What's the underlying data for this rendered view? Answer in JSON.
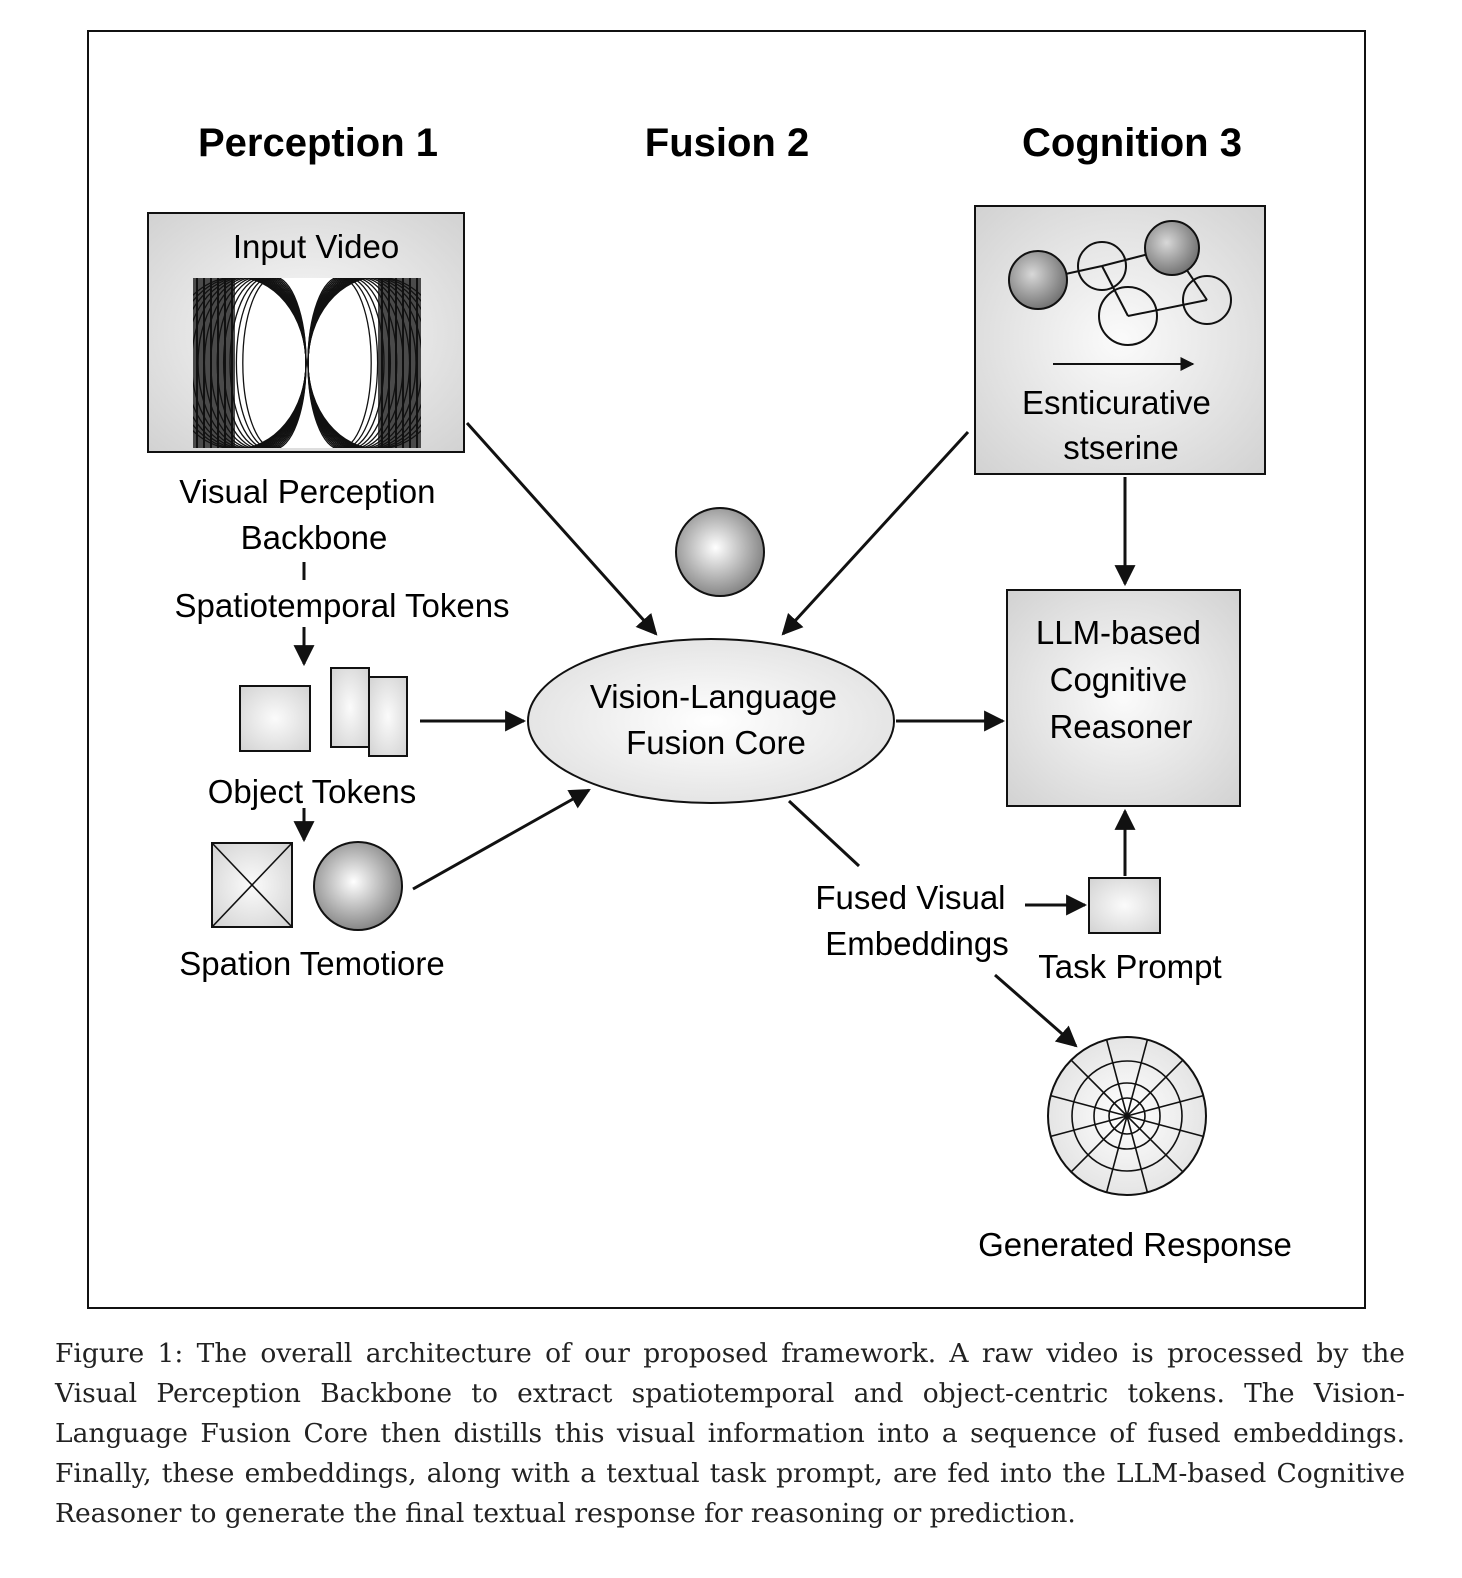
{
  "diagram": {
    "stages": {
      "perception": "Perception 1",
      "fusion": "Fusion 2",
      "cognition": "Cognition 3"
    },
    "nodes": {
      "input_video": "Input Video",
      "visual_backbone": [
        "Visual Perception",
        "Backbone"
      ],
      "spatiotemporal_tokens": "Spatiotemporal Tokens",
      "object_tokens": "Object Tokens",
      "spation_temotiore": "Spation Temotiore",
      "fusion_core": [
        "Vision-Language",
        "Fusion Core"
      ],
      "esnticurative": [
        "Esnticurative",
        "stserine"
      ],
      "reasoner": [
        "LLM-based",
        "Cognitive",
        "Reasoner"
      ],
      "fused_embeddings": [
        "Fused Visual",
        "Embeddings"
      ],
      "task_prompt": "Task Prompt",
      "generated_response": "Generated Response"
    },
    "colors": {
      "stroke": "#111111",
      "box_fill": "#e4e4e4",
      "sphere_light": "#ffffff",
      "sphere_dark": "#808080"
    }
  },
  "caption": "Figure 1: The overall architecture of our proposed framework. A raw video is processed by the Visual Perception Backbone to extract spatiotemporal and object-centric tokens. The Vision-Language Fusion Core then distills this visual information into a sequence of fused embeddings. Finally, these embeddings, along with a textual task prompt, are fed into the LLM-based Cognitive Reasoner to generate the final textual response for reasoning or prediction."
}
